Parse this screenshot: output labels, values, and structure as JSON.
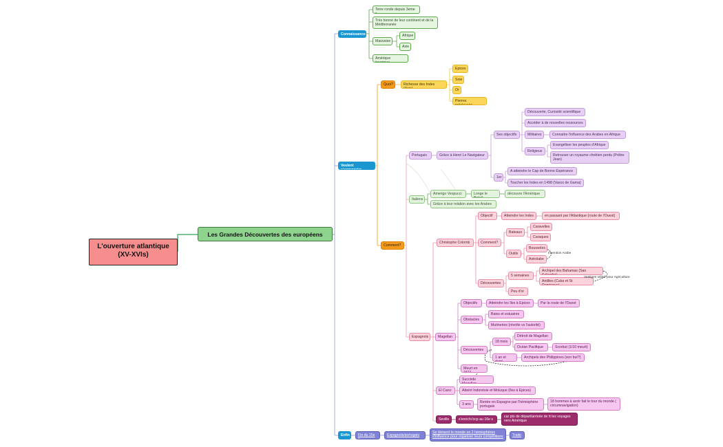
{
  "root": "L'ouverture atlantique (XV-XVIs)",
  "main": "Les Grandes Découvertes des européens",
  "connaissances": {
    "label": "Connaissances",
    "items": [
      "Terre ronde depuis 3eme s",
      "Très bonne de leur continent et de la Méditerranée",
      "Mauvaise",
      "Amérique inconnue"
    ],
    "mauvaise": [
      "Afrique",
      "Asie"
    ]
  },
  "veulent": {
    "label": "Veulent s'approprier",
    "quoi": "Quoi?",
    "richesse": "Richesse des Indes (Asie)",
    "riches": [
      "Epices",
      "Soie",
      "Or",
      "Pierres précieuses"
    ],
    "comment": "Comment?"
  },
  "portugais": {
    "label": "Portugais",
    "henri": "Grâce à Henri Le Navigateur",
    "objectifs_label": "Ses objectifs",
    "objectifs": [
      "Découverte, Curiosité scientifique",
      "Accéder à de nouvelles ressources",
      "Militaires",
      "Religieux"
    ],
    "militaires": "Connaitre l'influence des Arabes en Afrique",
    "religieux": [
      "Evangéliser les peuples d'Afrique",
      "Retrouver un royaume chrétien perdu (Prêtre Jean)"
    ],
    "premier": "1er",
    "premiers": [
      "A atteindre le Cap de Bonne Espérance",
      "Toucher les Indes en 1498 (Vasco de Gama)"
    ]
  },
  "italiens": {
    "label": "Italiens",
    "amerigo": "Amerigo Vespucci",
    "longe": "Longe le Brésil",
    "decouvre": "découvre l'Amérique",
    "relation": "Grâce à leur relation avec les Arabes"
  },
  "colomb": {
    "label": "Christophe Colomb",
    "objectif": "Objectif",
    "indes": "Atteindre les Indes",
    "ouest": "en passant par l'Atlantique (route de l'Ouest)",
    "comment": "Comment?",
    "bateaux": "Bateaux",
    "bateaux_items": [
      "Caravelles",
      "Caraques"
    ],
    "outils": "Outils",
    "outils_items": [
      "Boussoles",
      "Astrolabe"
    ],
    "invention": "Invention Arabe",
    "decouvertes": "Découvertes",
    "semaines": "5 semaines",
    "iles": [
      "Archipel des Bahamas (San Salvador)",
      "Antilles (Cuba et St Domingue)"
    ],
    "peu": "Peu d'or",
    "vestiges": "Vestiges utilisé pour Agriculture"
  },
  "espagnols": "Espagnols",
  "magellan": {
    "label": "Magellan",
    "objectifs": "Objectifs",
    "epices": "Atteindre les îles à Epices",
    "route": "Par la route de l'Ouest",
    "obstacles": "Obstacles",
    "obstacles_items": [
      "Baies et estuaires",
      "Mutineries (révolte vs l'autorité)"
    ],
    "decouvertes": "Découvertes",
    "mois": "18 mois",
    "mois_items": [
      "Détroit de Magellan",
      "Océan Pacifique"
    ],
    "scorbut": "Scorbut (1/10 meurt)",
    "an": "1 an et demi",
    "philippines": "Archipels des Philippines (son but?)",
    "meurt": "Meurt en 1521",
    "succede": "Succède Magellan"
  },
  "elcano": {
    "label": "El Cano",
    "indonesie": "Atteint Indonésie et Moluque (îles à Epices)",
    "ans": "3 ans",
    "rentre": "Rentre en Espagne par l'hémisphère portugais",
    "hommes": "18 hommes à avoir fait le tour du monde ( circumnavigation)"
  },
  "seville": {
    "label": "Seville",
    "enrichi": "s'enrichi bcp au 16e s",
    "port": "car pts de départ/arrivée de tt les voyages vers Amérique"
  },
  "enfin": {
    "label": "Enfin",
    "fin": "Fin du 15e s",
    "esp": "Espagnols/portugais",
    "partage": "Se divisent le monde en 2 hémisphères d'influence pour organiser leurs compétitions",
    "traite": "Traite"
  }
}
